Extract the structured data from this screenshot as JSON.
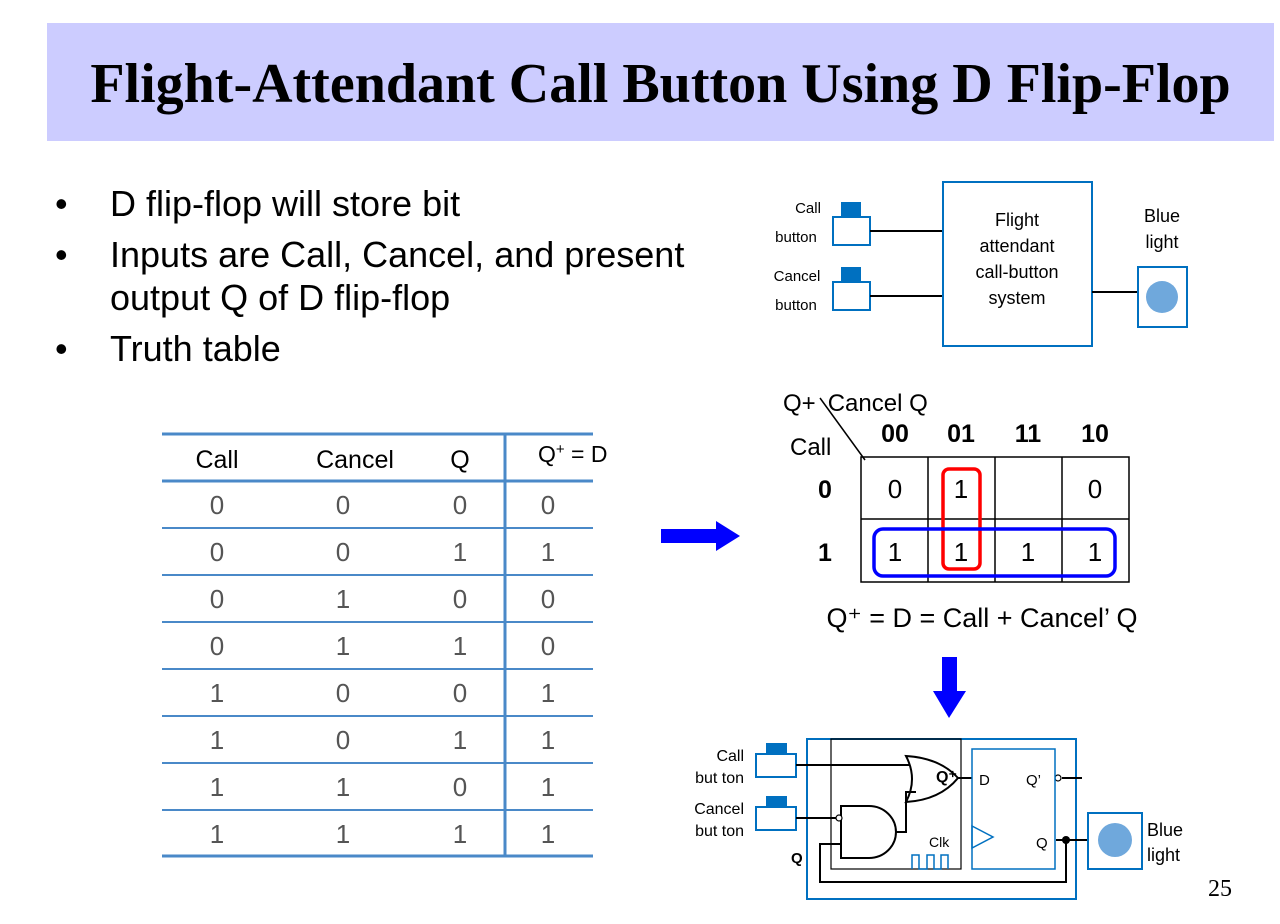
{
  "title": "Flight-Attendant Call Button Using D Flip-Flop",
  "page_number": "25",
  "bullets": [
    {
      "lines": [
        "D flip-flop will store bit"
      ]
    },
    {
      "lines": [
        "Inputs are Call, Cancel, and present",
        "output Q of D flip-flop"
      ]
    },
    {
      "lines": [
        "Truth table"
      ]
    }
  ],
  "truth_table": {
    "headers": [
      "Call",
      "Cancel",
      "Q",
      "Q",
      "+",
      " = D"
    ],
    "rows": [
      [
        "0",
        "0",
        "0",
        "0"
      ],
      [
        "0",
        "0",
        "1",
        "1"
      ],
      [
        "0",
        "1",
        "0",
        "0"
      ],
      [
        "0",
        "1",
        "1",
        "0"
      ],
      [
        "1",
        "0",
        "0",
        "1"
      ],
      [
        "1",
        "0",
        "1",
        "1"
      ],
      [
        "1",
        "1",
        "0",
        "1"
      ],
      [
        "1",
        "1",
        "1",
        "1"
      ]
    ]
  },
  "top_diagram": {
    "call_label": [
      "Call",
      "button"
    ],
    "cancel_label": [
      "Cancel",
      "button"
    ],
    "system_label": [
      "Flight",
      "attendant",
      "call-button",
      "system"
    ],
    "light_label": [
      "Blue",
      "light"
    ]
  },
  "kmap": {
    "corner_top": "Q+",
    "corner_vars": "Cancel Q",
    "row_var": "Call",
    "col_headers": [
      "00",
      "01",
      "11",
      "10"
    ],
    "row_headers": [
      "0",
      "1"
    ],
    "cells": [
      [
        "0",
        "1",
        "",
        "0"
      ],
      [
        "1",
        "1",
        "1",
        "1"
      ]
    ]
  },
  "equation": "Q⁺ = D = Call + Cancel’ Q",
  "circuit": {
    "call_label": [
      "Call",
      "but ton"
    ],
    "cancel_label": [
      "Cancel",
      "but ton"
    ],
    "q_label": "Q",
    "qplus_label": "Q⁺",
    "d_label": "D",
    "qprime_label": "Q’",
    "q_out_label": "Q",
    "clk_label": "Clk",
    "light_label": [
      "Blue",
      "light"
    ]
  },
  "colors": {
    "title_bg": "#ccccff",
    "diagram_blue": "#0070c0",
    "arrow_blue": "#0000ff",
    "kmap_red": "#ff0000",
    "light": "#6fa8dc"
  }
}
